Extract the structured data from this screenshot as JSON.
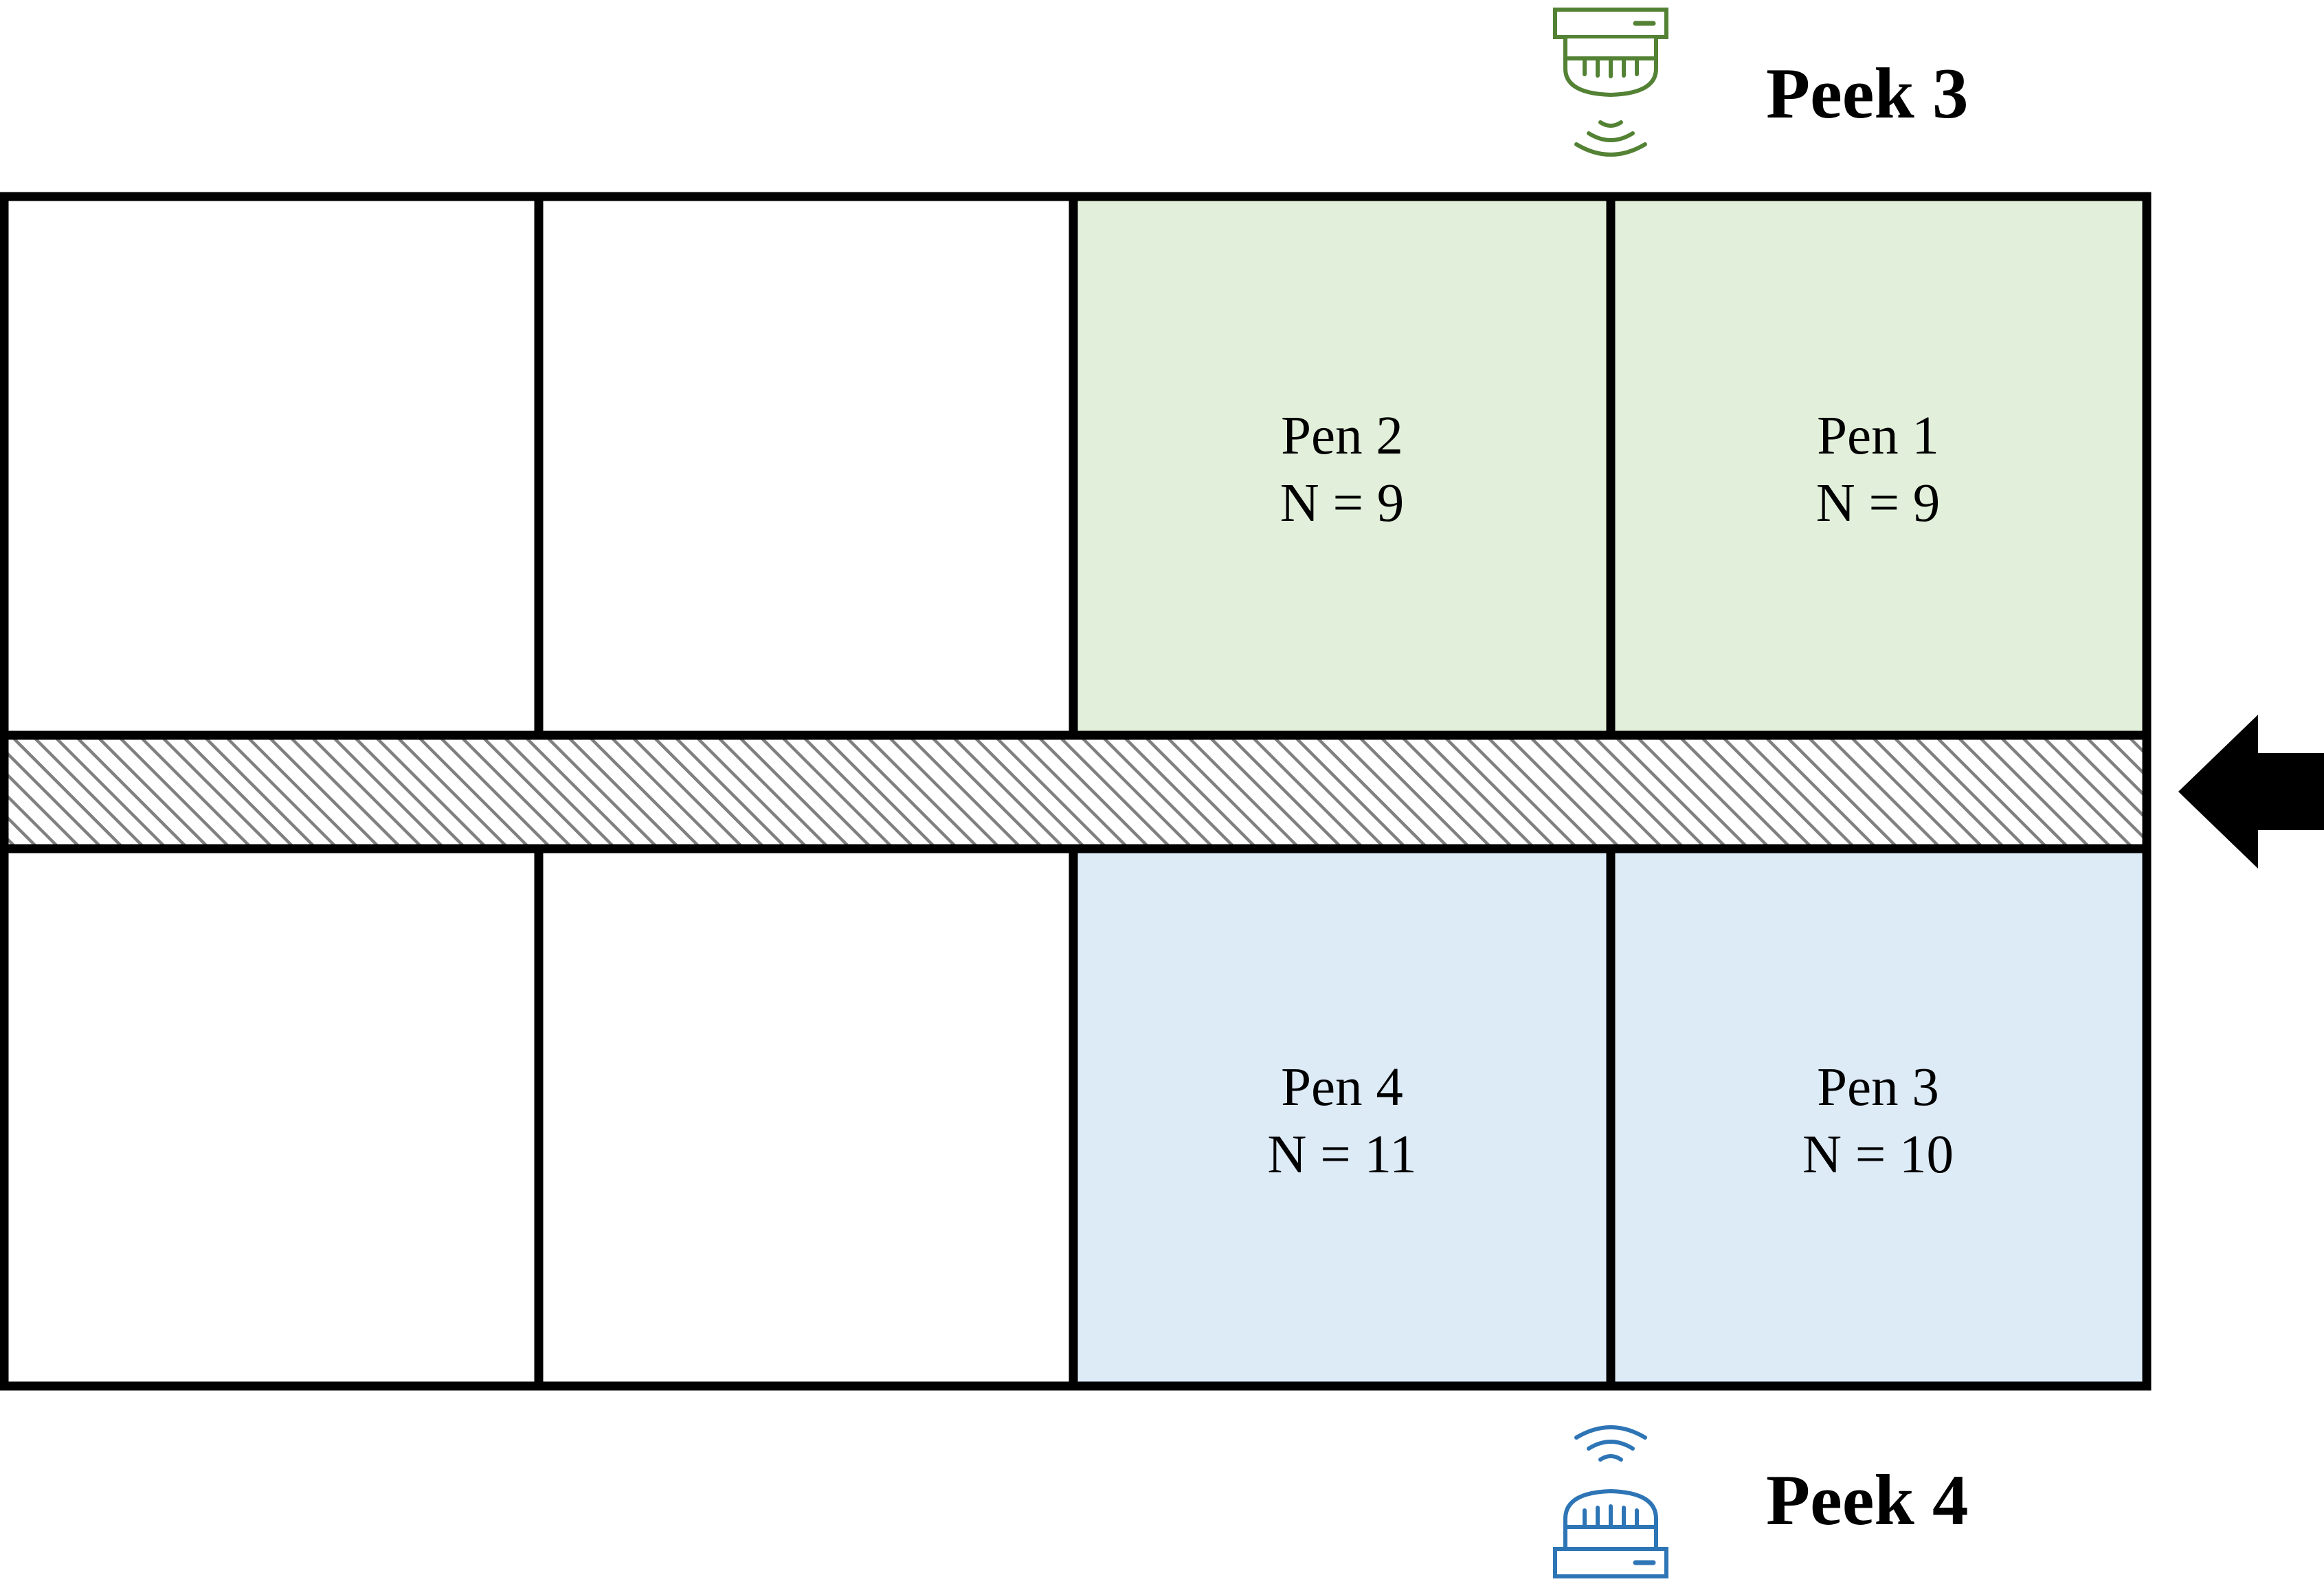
{
  "colors": {
    "green_fill": "#e2efda",
    "blue_fill": "#ddebf7",
    "green_sensor": "#548235",
    "blue_sensor": "#2e75b6",
    "outline": "#000000",
    "hatch": "#808080"
  },
  "peeks": {
    "top": {
      "label": "Peek 3",
      "icon": "sensor-wireless-icon"
    },
    "bottom": {
      "label": "Peek 4",
      "icon": "sensor-wireless-icon"
    }
  },
  "pens": {
    "pen2": {
      "name": "Pen 2",
      "count": "N = 9"
    },
    "pen1": {
      "name": "Pen 1",
      "count": "N = 9"
    },
    "pen4": {
      "name": "Pen 4",
      "count": "N = 11"
    },
    "pen3": {
      "name": "Pen 3",
      "count": "N = 10"
    }
  },
  "arrow": {
    "icon": "arrow-left-icon"
  }
}
